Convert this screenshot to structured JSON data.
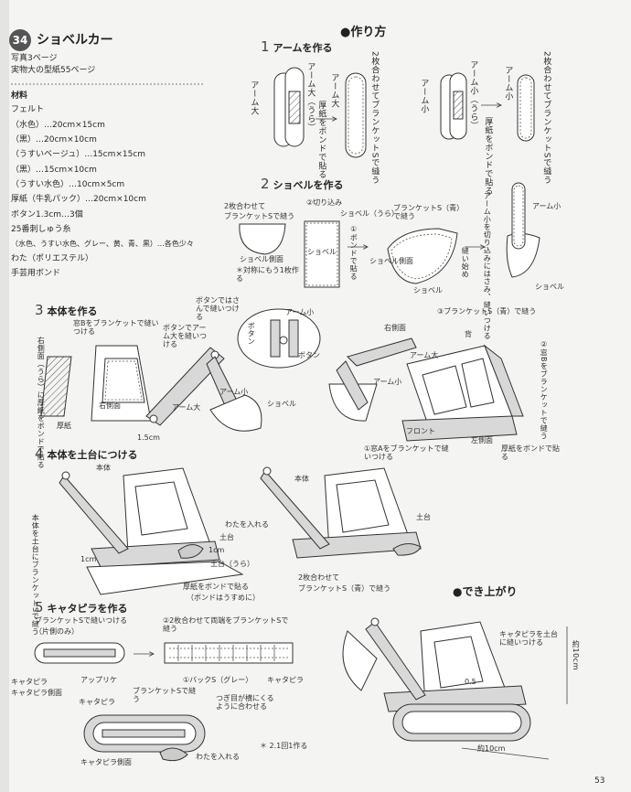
{
  "header": {
    "badge": "34",
    "title": "ショベルカー",
    "photo_page": "写真3ページ",
    "pattern_page": "実物大の型紙55ページ"
  },
  "materials": {
    "heading": "材料",
    "items": [
      "フェルト",
      "（水色）…20cm×15cm",
      "（黒）…20cm×10cm",
      "（うすいベージュ）…15cm×15cm",
      "（黒）…15cm×10cm",
      "（うすい水色）…10cm×5cm",
      "厚紙（牛乳パック）…20cm×10cm",
      "ボタン1.3cm…3個",
      "25番刺しゅう糸",
      "（水色、うすい水色、グレー、黄、青、黒）…各色少々",
      "わた（ポリエステル）",
      "手芸用ボンド"
    ]
  },
  "method": {
    "heading": "●作り方",
    "steps": [
      {
        "num": "1",
        "title": "アームを作る"
      },
      {
        "num": "2",
        "title": "ショベルを作る"
      },
      {
        "num": "3",
        "title": "本体を作る"
      },
      {
        "num": "4",
        "title": "本体を土台につける"
      },
      {
        "num": "5",
        "title": "キャタピラを作る"
      }
    ]
  },
  "step1": {
    "arm_large": "アーム大",
    "arm_large_back": "アーム大（うら）",
    "cardboard_bond": "厚紙をボンドで貼る",
    "arm_large2": "アーム大",
    "two_layer_blanket": "2枚合わせてブランケットSで縫う",
    "arm_small": "アーム小",
    "arm_small_back": "アーム小（うら）",
    "cardboard_bond2": "厚紙をボンドで貼る",
    "arm_small2": "アーム小",
    "two_layer_blanket2": "2枚合わせてブランケットSで縫う"
  },
  "step2": {
    "two_layer": "2枚合わせて",
    "blanket": "ブランケットSで縫う",
    "cut": "②切り込み",
    "shovel_back": "ショベル（うら）",
    "shovel_side": "ショベル側面",
    "note": "＊対称にもう1枚作る",
    "shovel": "ショベル",
    "bond": "①ボンドで貼る",
    "blanket_blue": "ブランケットS（青）で縫う",
    "start": "縫い始め",
    "shovel_side2": "ショベル側面",
    "shovel2": "ショベル",
    "arm_small": "アーム小",
    "insert": "アーム小を切り込みにはさみ、縫いつける",
    "shovel3": "ショベル"
  },
  "step3": {
    "window_b": "窓Bをブランケットで縫いつける",
    "right_side_back": "右側面（うら）に厚紙をボンドで貼る",
    "cardboard": "厚紙",
    "right_side": "右側面",
    "button_sew": "ボタンでアーム大を縫いつける",
    "button_sandwich": "ボタンではさんで縫いつける",
    "arm_large": "アーム大",
    "dim": "1.5cm",
    "arm_small": "アーム小",
    "shovel": "ショベル",
    "button": "ボタン",
    "arm_small_zoom": "アーム小",
    "button2": "ボタン",
    "blanket_blue": "③ブランケットS（青）で縫う",
    "right_side2": "右側面",
    "back": "背",
    "arm_large2": "アーム大",
    "arm_small2": "アーム小",
    "window_b2": "②窓Bをブランケットで縫う",
    "front": "フロント",
    "left_side": "左側面",
    "window_a": "①窓Aをブランケットで縫いつける",
    "cardboard_bond": "厚紙をボンドで貼る"
  },
  "step4": {
    "body": "本体",
    "body_to_base": "本体を土台にブランケットSで縫う",
    "dim1": "1cm",
    "cotton": "わたを入れる",
    "base": "土台",
    "dim2": "1cm",
    "base_back": "土台（うら）",
    "cardboard_bond": "厚紙をボンドで貼る",
    "bond_note": "（ボンドはうすめに）",
    "body2": "本体",
    "base2": "土台",
    "two_layer": "2枚合わせて",
    "blanket_blue": "ブランケットS（青）で縫う"
  },
  "step5": {
    "sew_blanket": "ブランケットSで縫いつける",
    "one_side": "（片側のみ）",
    "applique": "アップリケ",
    "caterpillar": "キャタピラ",
    "caterpillar_side": "キャタピラ側面",
    "two_layer_ends": "②2枚合わせて両端をブランケットSで縫う",
    "backstitch": "①バックS（グレー）",
    "caterpillar2": "キャタピラ",
    "blanket": "ブランケットSで縫う",
    "caterpillar3": "キャタピラ",
    "joint_note": "つぎ目が横にくるように合わせる",
    "caterpillar_side2": "キャタピラ側面",
    "cotton": "わたを入れる",
    "times": "＊ 2.1回1作る"
  },
  "finished": {
    "heading": "●でき上がり",
    "caterpillar_note": "キャタピラを土台に縫いつける",
    "height": "約10cm",
    "width": "約10cm",
    "dim": "0.5"
  },
  "page_number": "53"
}
